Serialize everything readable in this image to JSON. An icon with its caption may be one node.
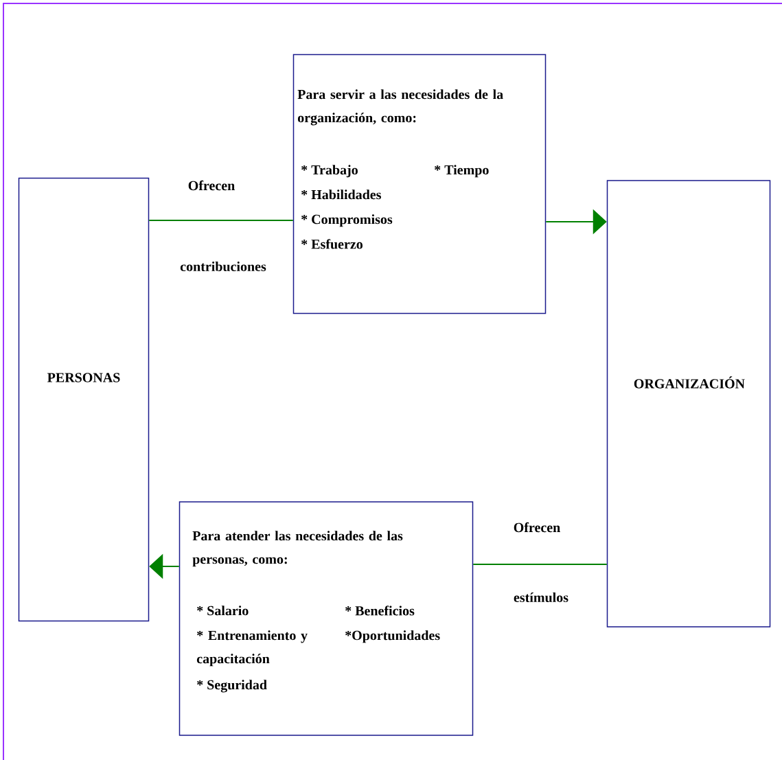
{
  "diagram": {
    "nodes": [
      {
        "text": [
          "PERSONAS"
        ]
      },
      {
        "text": [
          "Para servir a las necesidades de la organización, como:",
          "* Trabajo",
          "* Habilidades",
          "* Compromisos",
          "* Esfuerzo",
          "* Tiempo"
        ]
      },
      {
        "text": [
          "ORGANIZACIÓN"
        ]
      },
      {
        "text": [
          "Para atender las necesidades de las personas, como:",
          "* Salario",
          "* Entrenamiento y capacitación",
          "* Seguridad",
          "* Beneficios",
          "*Oportunidades"
        ]
      }
    ],
    "edges": [
      {
        "from": 0,
        "to": 1,
        "arrow": "none",
        "label": "Ofrecen"
      },
      {
        "from": 1,
        "to": 2,
        "arrow": "to"
      },
      {
        "from": 2,
        "to": 3,
        "arrow": "none",
        "label": "Ofrecen"
      },
      {
        "from": 3,
        "to": 0,
        "arrow": "to"
      }
    ],
    "labels": [
      "contribuciones",
      "estímulos"
    ]
  }
}
